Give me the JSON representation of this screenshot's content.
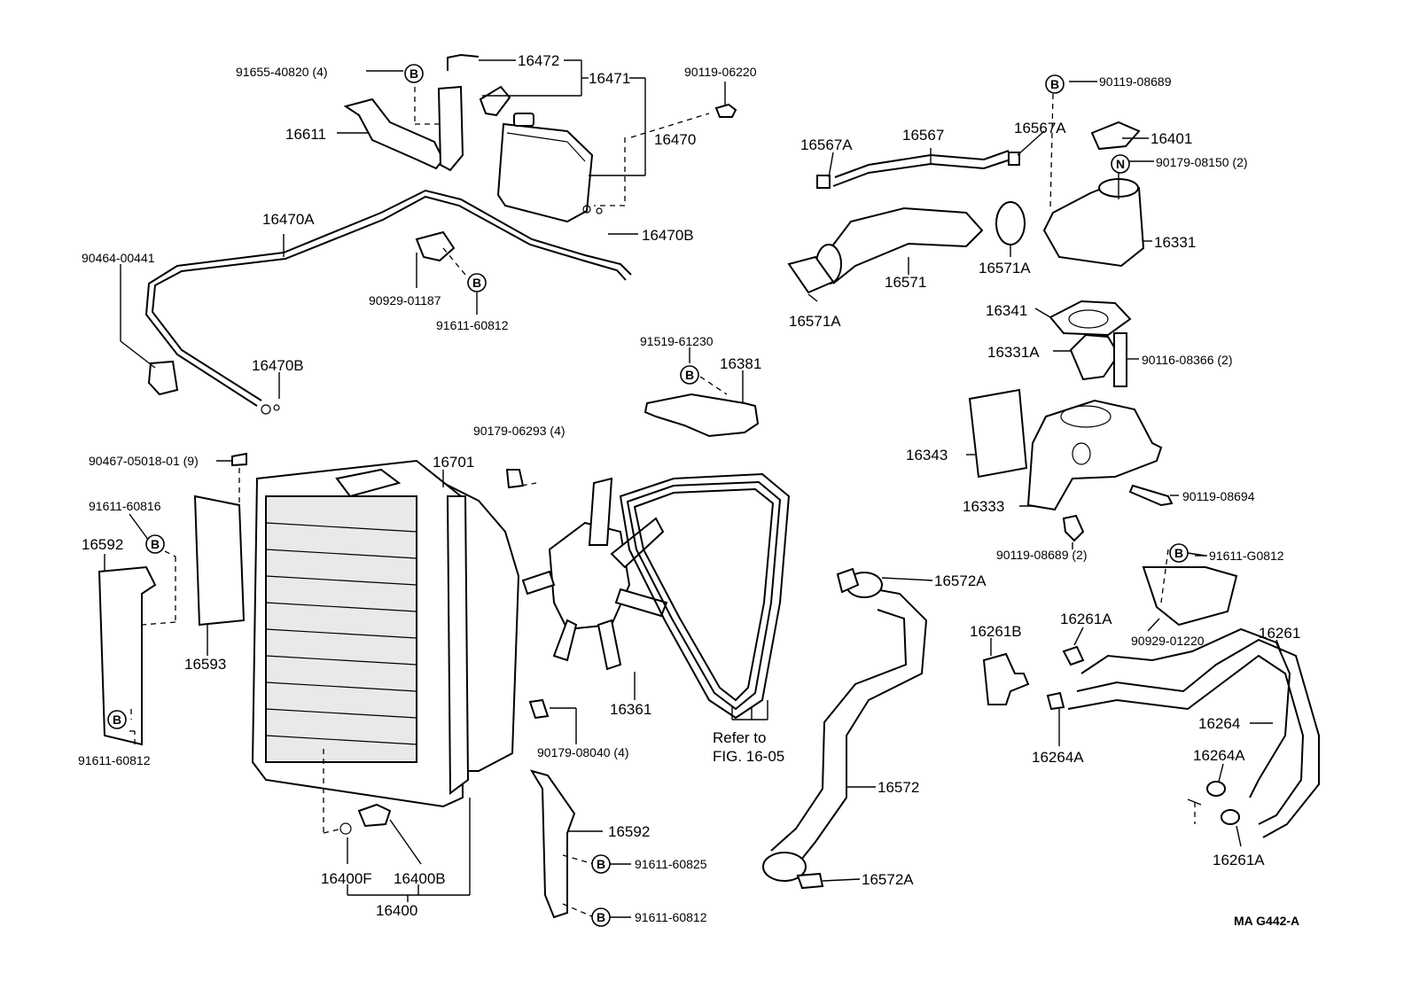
{
  "code": "MA G442-A",
  "refer": {
    "line1": "Refer to",
    "line2": "FIG. 16-05"
  },
  "parts": {
    "p91655": "91655-40820 (4)",
    "p16472": "16472",
    "p16471": "16471",
    "p90119_06220": "90119-06220",
    "p16611": "16611",
    "p16470": "16470",
    "p16470A": "16470A",
    "p16470B_top": "16470B",
    "p90464": "90464-00441",
    "p90929_01187": "90929-01187",
    "p91611_60812_a": "91611-60812",
    "p16470B_low": "16470B",
    "p90119_08689_top": "90119-08689",
    "p16567A_l": "16567A",
    "p16567": "16567",
    "p16567A_r": "16567A",
    "p16401": "16401",
    "p90179_08150": "90179-08150 (2)",
    "p16331": "16331",
    "p16571A_r": "16571A",
    "p16571": "16571",
    "p16571A_l": "16571A",
    "p16341": "16341",
    "p91519": "91519-61230",
    "p16381": "16381",
    "p16331A": "16331A",
    "p90116": "90116-08366 (2)",
    "p90467": "90467-05018-01 (9)",
    "p90179_06293": "90179-06293 (4)",
    "p16701": "16701",
    "p16343": "16343",
    "p91611_60816": "91611-60816",
    "p16592_l": "16592",
    "p16333": "16333",
    "p90119_08694": "90119-08694",
    "p90119_08689_2": "90119-08689 (2)",
    "p91611_G0812": "91611-G0812",
    "p16572A_top": "16572A",
    "p16261B": "16261B",
    "p16261A_top": "16261A",
    "p90929_01220": "90929-01220",
    "p16261": "16261",
    "p16593": "16593",
    "p16361": "16361",
    "p91611_60812_l": "91611-60812",
    "p90179_08040": "90179-08040 (4)",
    "p16264": "16264",
    "p16264A_l": "16264A",
    "p16264A_r": "16264A",
    "p16572": "16572",
    "p16261A_low": "16261A",
    "p16592_low": "16592",
    "p91611_60825": "91611-60825",
    "p16400F": "16400F",
    "p16400B": "16400B",
    "p16572A_low": "16572A",
    "p16400": "16400",
    "p91611_60812_low": "91611-60812"
  },
  "badges": {
    "b": "B",
    "n": "N"
  }
}
